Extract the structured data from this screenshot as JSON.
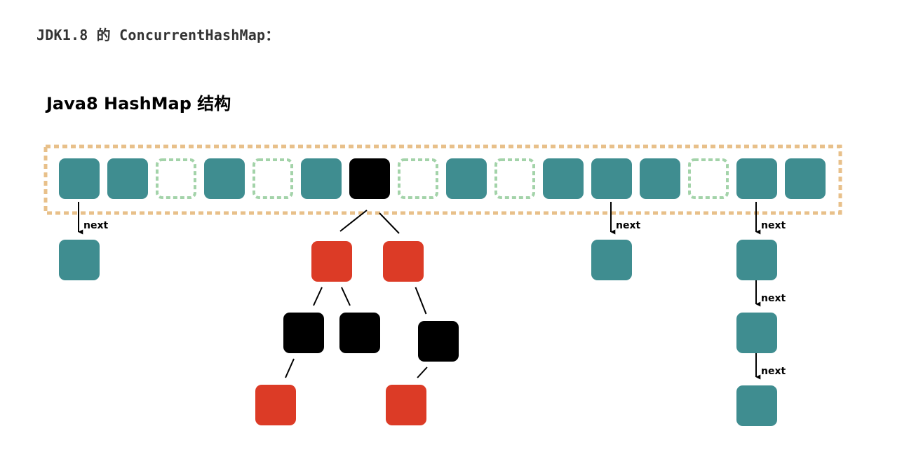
{
  "heading": "JDK1.8 的 ConcurrentHashMap：",
  "figure": {
    "title": "Java8 HashMap 结构",
    "next_label": "next",
    "colors": {
      "bucket": "#3f8d90",
      "empty_border": "#a3d3a9",
      "outline": "#e8c08a",
      "tree_black": "#000000",
      "tree_red": "#dc3b26",
      "line": "#000000"
    },
    "buckets": [
      "filled",
      "filled",
      "empty",
      "filled",
      "empty",
      "filled",
      "tree-root",
      "empty",
      "filled",
      "empty",
      "filled",
      "filled",
      "filled",
      "empty",
      "filled",
      "filled"
    ],
    "chains": [
      {
        "bucket": 0,
        "length": 1
      },
      {
        "bucket": 11,
        "length": 1
      },
      {
        "bucket": 14,
        "length": 3
      }
    ],
    "tree": {
      "bucket": 6,
      "children": [
        {
          "color": "red",
          "children": [
            {
              "color": "black",
              "children": [
                {
                  "color": "red"
                }
              ]
            },
            {
              "color": "black"
            }
          ]
        },
        {
          "color": "red",
          "children": [
            {
              "color": "black",
              "children": [
                {
                  "color": "red"
                }
              ]
            }
          ]
        }
      ]
    }
  }
}
